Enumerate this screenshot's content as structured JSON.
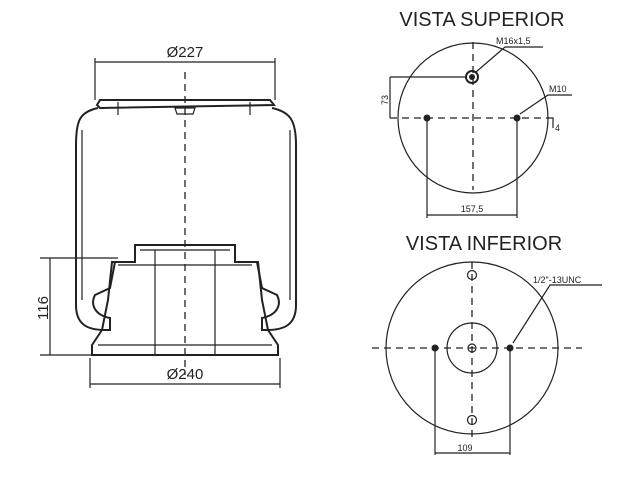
{
  "side_view": {
    "top_diameter": "Ø227",
    "bottom_diameter": "Ø240",
    "piston_height": "116"
  },
  "top_view": {
    "title": "VISTA SUPERIOR",
    "stud_thread": "M16x1,5",
    "bolt_thread": "M10",
    "offset": "73",
    "bolt_spacing": "157,5",
    "small_mark": "4"
  },
  "bottom_view": {
    "title": "VISTA INFERIOR",
    "bolt_thread": "1/2\"-13UNC",
    "bolt_spacing": "109"
  }
}
